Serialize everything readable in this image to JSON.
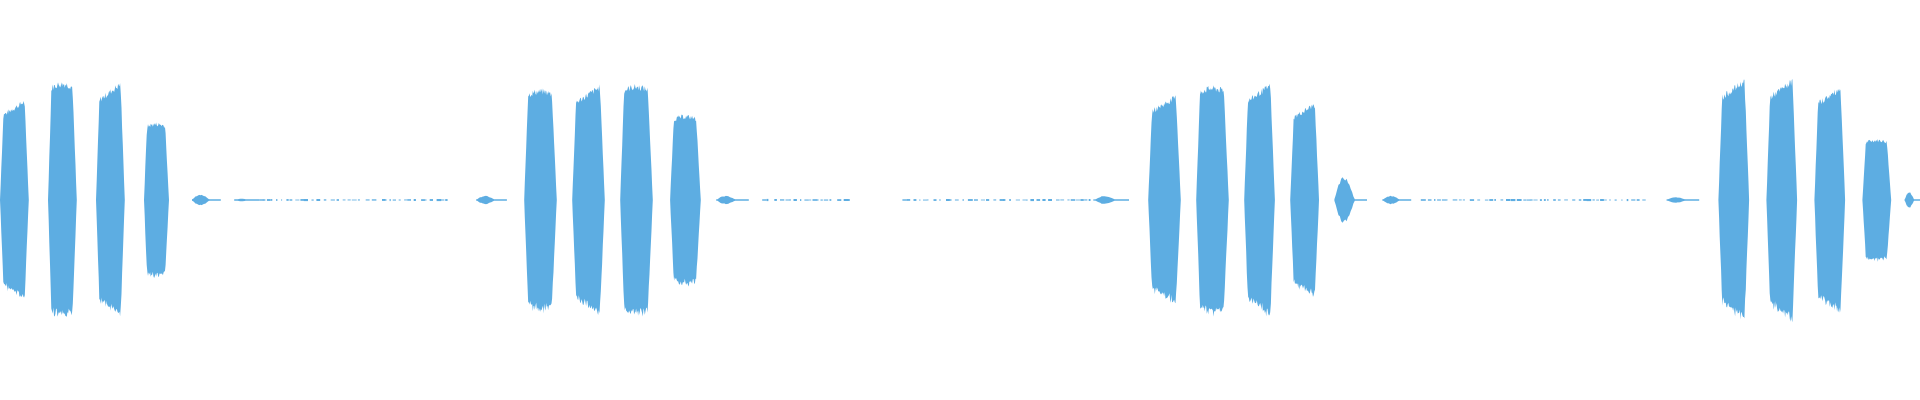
{
  "waveform": {
    "color": "#5dade2",
    "background": "#ffffff",
    "bursts": [
      {
        "peaks": [
          {
            "start": 0.0,
            "end": 0.015,
            "amp": 0.68,
            "shape": "rise"
          },
          {
            "start": 0.025,
            "end": 0.04,
            "amp": 0.78,
            "shape": "flat"
          },
          {
            "start": 0.05,
            "end": 0.065,
            "amp": 0.8,
            "shape": "rise"
          },
          {
            "start": 0.075,
            "end": 0.088,
            "amp": 0.51,
            "shape": "flat"
          }
        ],
        "tail": [
          {
            "start": 0.1,
            "end": 0.115,
            "amp": 0.04
          },
          {
            "start": 0.122,
            "end": 0.135,
            "amp": 0.01
          },
          {
            "start": 0.135,
            "end": 0.232,
            "amp": 0.004,
            "sparse": true
          }
        ]
      },
      {
        "peaks": [
          {
            "start": 0.273,
            "end": 0.29,
            "amp": 0.73,
            "shape": "flat"
          },
          {
            "start": 0.298,
            "end": 0.315,
            "amp": 0.78,
            "shape": "rise"
          },
          {
            "start": 0.323,
            "end": 0.34,
            "amp": 0.76,
            "shape": "flat"
          },
          {
            "start": 0.349,
            "end": 0.365,
            "amp": 0.56,
            "shape": "flat"
          }
        ],
        "lead": [
          {
            "start": 0.248,
            "end": 0.264,
            "amp": 0.03
          }
        ],
        "tail": [
          {
            "start": 0.373,
            "end": 0.39,
            "amp": 0.03
          },
          {
            "start": 0.397,
            "end": 0.445,
            "amp": 0.006,
            "sparse": true
          }
        ]
      },
      {
        "peaks": [
          {
            "start": 0.598,
            "end": 0.615,
            "amp": 0.71,
            "shape": "rise"
          },
          {
            "start": 0.623,
            "end": 0.64,
            "amp": 0.75,
            "shape": "flat"
          },
          {
            "start": 0.648,
            "end": 0.664,
            "amp": 0.79,
            "shape": "rise"
          },
          {
            "start": 0.672,
            "end": 0.687,
            "amp": 0.66,
            "shape": "rise"
          }
        ],
        "lead": [
          {
            "start": 0.47,
            "end": 0.57,
            "amp": 0.004,
            "sparse": true
          },
          {
            "start": 0.57,
            "end": 0.588,
            "amp": 0.03
          }
        ],
        "tail": [
          {
            "start": 0.695,
            "end": 0.712,
            "amp": 0.17
          },
          {
            "start": 0.72,
            "end": 0.735,
            "amp": 0.03
          },
          {
            "start": 0.74,
            "end": 0.858,
            "amp": 0.005,
            "sparse": true
          }
        ]
      },
      {
        "peaks": [
          {
            "start": 0.895,
            "end": 0.911,
            "amp": 0.82,
            "shape": "rise"
          },
          {
            "start": 0.92,
            "end": 0.936,
            "amp": 0.82,
            "shape": "rise"
          },
          {
            "start": 0.945,
            "end": 0.961,
            "amp": 0.77,
            "shape": "rise"
          },
          {
            "start": 0.97,
            "end": 0.985,
            "amp": 0.4,
            "shape": "flat"
          }
        ],
        "lead": [
          {
            "start": 0.868,
            "end": 0.885,
            "amp": 0.02
          }
        ],
        "tail": [
          {
            "start": 0.992,
            "end": 1.0,
            "amp": 0.06
          }
        ]
      }
    ]
  }
}
